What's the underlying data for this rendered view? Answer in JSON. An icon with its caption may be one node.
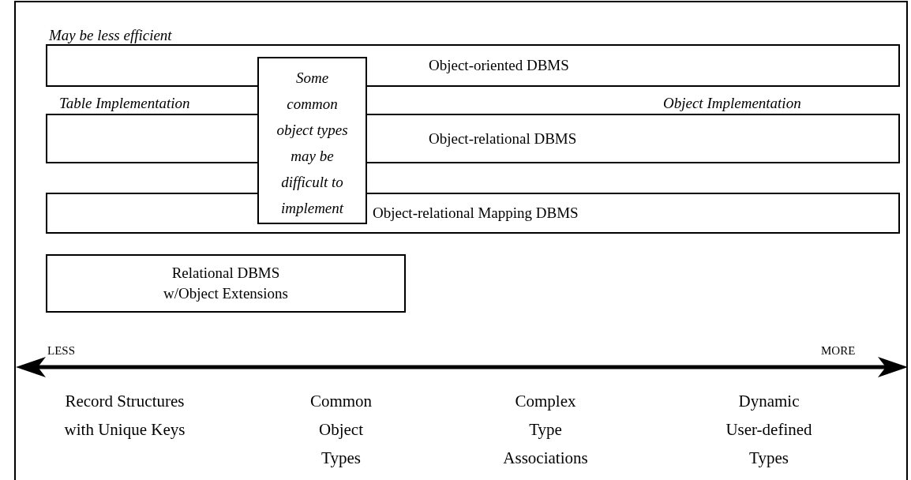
{
  "diagram": {
    "nodes": [
      {
        "text": [
          "Object-oriented DBMS"
        ],
        "beside": [
          "May be less efficient"
        ]
      },
      {
        "text": [
          "Object-relational DBMS"
        ]
      },
      {
        "text": [
          "Object-relational Mapping DBMS"
        ]
      },
      {
        "text": [
          "Some common object types may be difficult to implement"
        ]
      },
      {
        "text": [
          "Relational DBMS w/Object Extensions"
        ]
      }
    ],
    "labels": [
      "Table Implementation",
      "Object Implementation",
      "LESS",
      "MORE",
      "Record Structures with Unique Keys",
      "Common Object Types",
      "Complex Type Associations",
      "Dynamic User-defined Types"
    ]
  }
}
